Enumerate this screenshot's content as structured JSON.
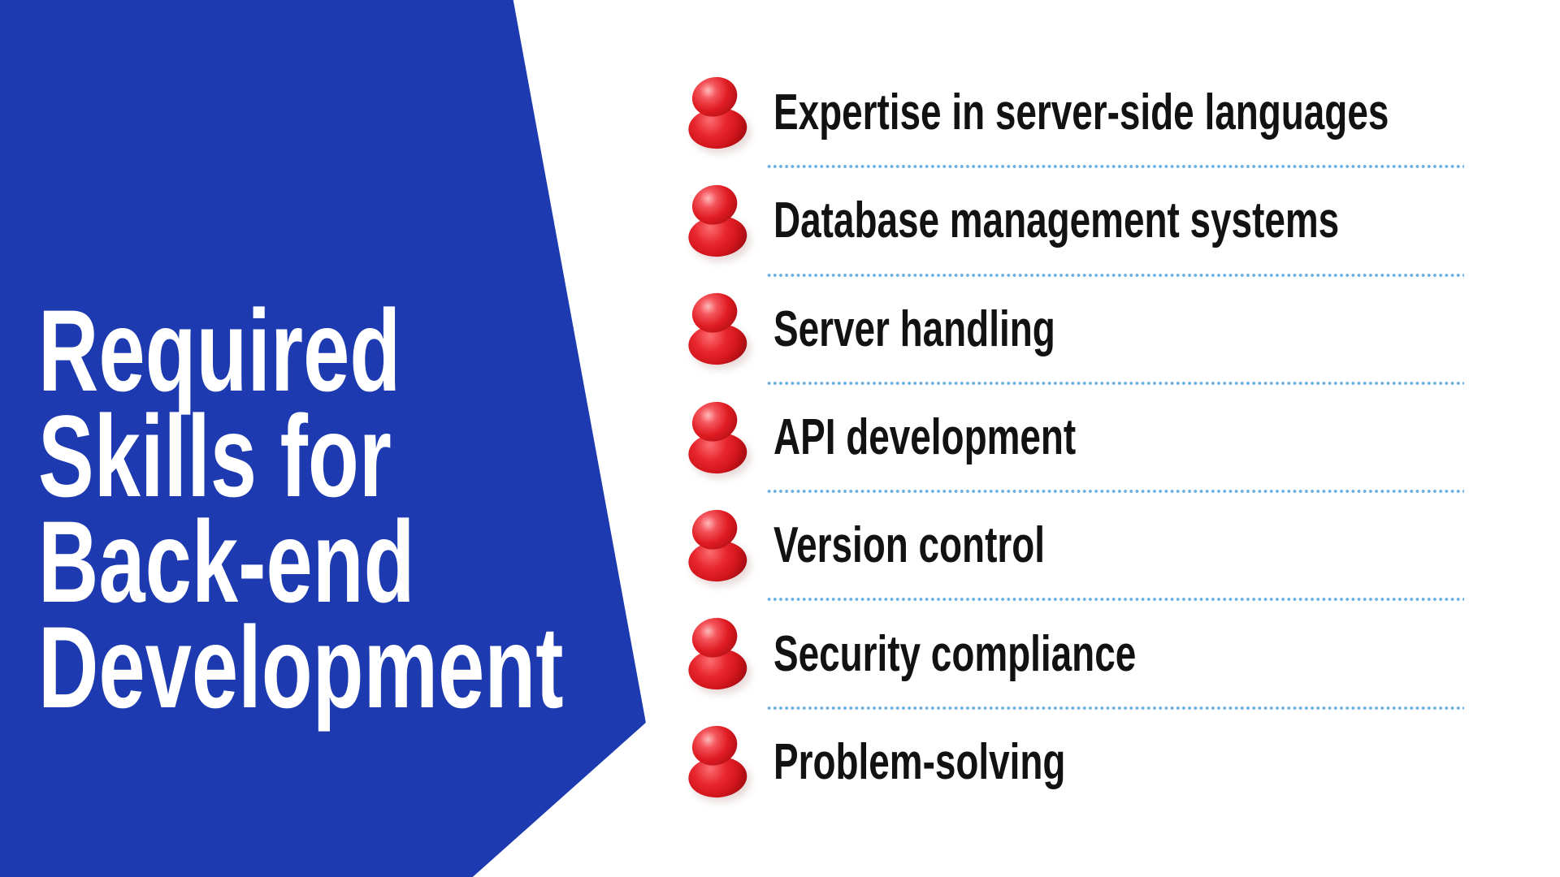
{
  "theme": {
    "background": "#ffffff",
    "panel-color": "#1d3ab0",
    "title-color": "#ffffff",
    "item-text-color": "#121212",
    "divider-dot-color": "#6ab0e0",
    "pin-red": "#e01b22",
    "pin-red-dark": "#8c090d",
    "pin-red-light": "#fb6d71"
  },
  "title": {
    "lines": [
      "Required",
      "Skills for",
      "Back-end",
      "Development"
    ]
  },
  "skills": {
    "items": [
      {
        "icon": "pushpin-icon",
        "label": "Expertise in server-side languages"
      },
      {
        "icon": "pushpin-icon",
        "label": "Database management systems"
      },
      {
        "icon": "pushpin-icon",
        "label": "Server handling"
      },
      {
        "icon": "pushpin-icon",
        "label": "API development"
      },
      {
        "icon": "pushpin-icon",
        "label": "Version control"
      },
      {
        "icon": "pushpin-icon",
        "label": "Security compliance"
      },
      {
        "icon": "pushpin-icon",
        "label": "Problem-solving"
      }
    ]
  }
}
